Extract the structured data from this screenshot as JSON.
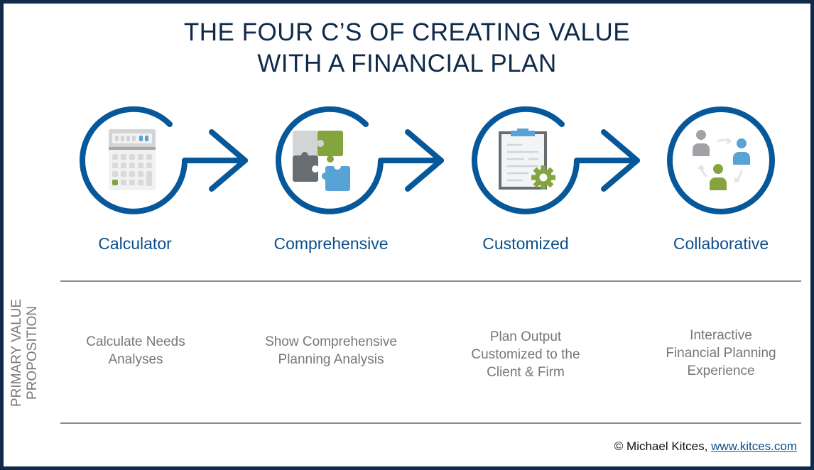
{
  "title": {
    "line1": "THE FOUR C’S OF CREATING VALUE",
    "line2": "WITH A FINANCIAL PLAN"
  },
  "stages": [
    {
      "label": "Calculator",
      "icon": "calculator-icon",
      "desc": [
        "Calculate Needs",
        "Analyses"
      ]
    },
    {
      "label": "Comprehensive",
      "icon": "puzzle-icon",
      "desc": [
        "Show Comprehensive",
        "Planning Analysis"
      ]
    },
    {
      "label": "Customized",
      "icon": "clipboard-gear-icon",
      "desc": [
        "Plan Output",
        "Customized to the",
        "Client & Firm"
      ]
    },
    {
      "label": "Collaborative",
      "icon": "people-cycle-icon",
      "desc": [
        "Interactive",
        "Financial Planning",
        "Experience"
      ]
    }
  ],
  "row_label": {
    "line1": "PRIMARY VALUE",
    "line2": "PROPOSITION"
  },
  "credit": {
    "text": "© Michael Kitces, ",
    "link": "www.kitces.com"
  },
  "colors": {
    "navy": "#0f2a4a",
    "blue": "#0b5394",
    "green": "#84a43e",
    "lightblue": "#58a3d6",
    "gray": "#6b7075"
  }
}
